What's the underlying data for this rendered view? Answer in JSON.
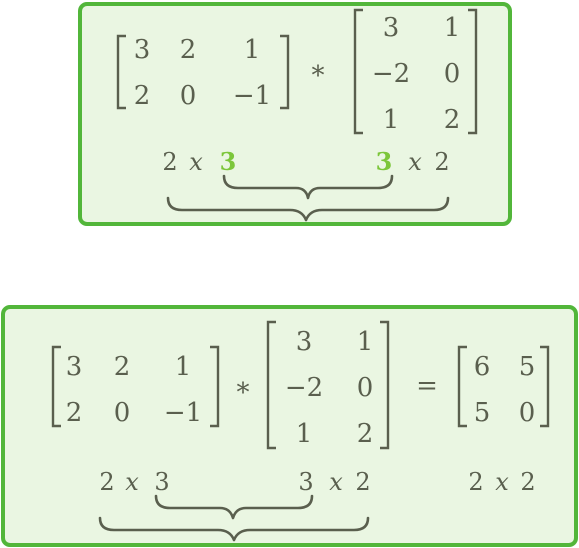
{
  "colors": {
    "card_background": "#eaf6e2",
    "card_border": "#52b63a",
    "highlight": "#7cc63a",
    "text": "#5a5f4e"
  },
  "panel1": {
    "matrix_a": [
      [
        "3",
        "2",
        "1"
      ],
      [
        "2",
        "0",
        "−1"
      ]
    ],
    "operator": "*",
    "matrix_b": [
      [
        "3",
        "1"
      ],
      [
        "−2",
        "0"
      ],
      [
        "1",
        "2"
      ]
    ],
    "dims_left": {
      "rows": "2",
      "x": "x",
      "cols": "3"
    },
    "dims_right": {
      "rows": "3",
      "x": "x",
      "cols": "2"
    }
  },
  "panel2": {
    "matrix_a": [
      [
        "3",
        "2",
        "1"
      ],
      [
        "2",
        "0",
        "−1"
      ]
    ],
    "operator": "*",
    "matrix_b": [
      [
        "3",
        "1"
      ],
      [
        "−2",
        "0"
      ],
      [
        "1",
        "2"
      ]
    ],
    "equals": "=",
    "matrix_c": [
      [
        "6",
        "5"
      ],
      [
        "5",
        "0"
      ]
    ],
    "dims_left": {
      "rows": "2",
      "x": "x",
      "cols": "3"
    },
    "dims_right": {
      "rows": "3",
      "x": "x",
      "cols": "2"
    },
    "dims_result": {
      "rows": "2",
      "x": "x",
      "cols": "2"
    }
  }
}
